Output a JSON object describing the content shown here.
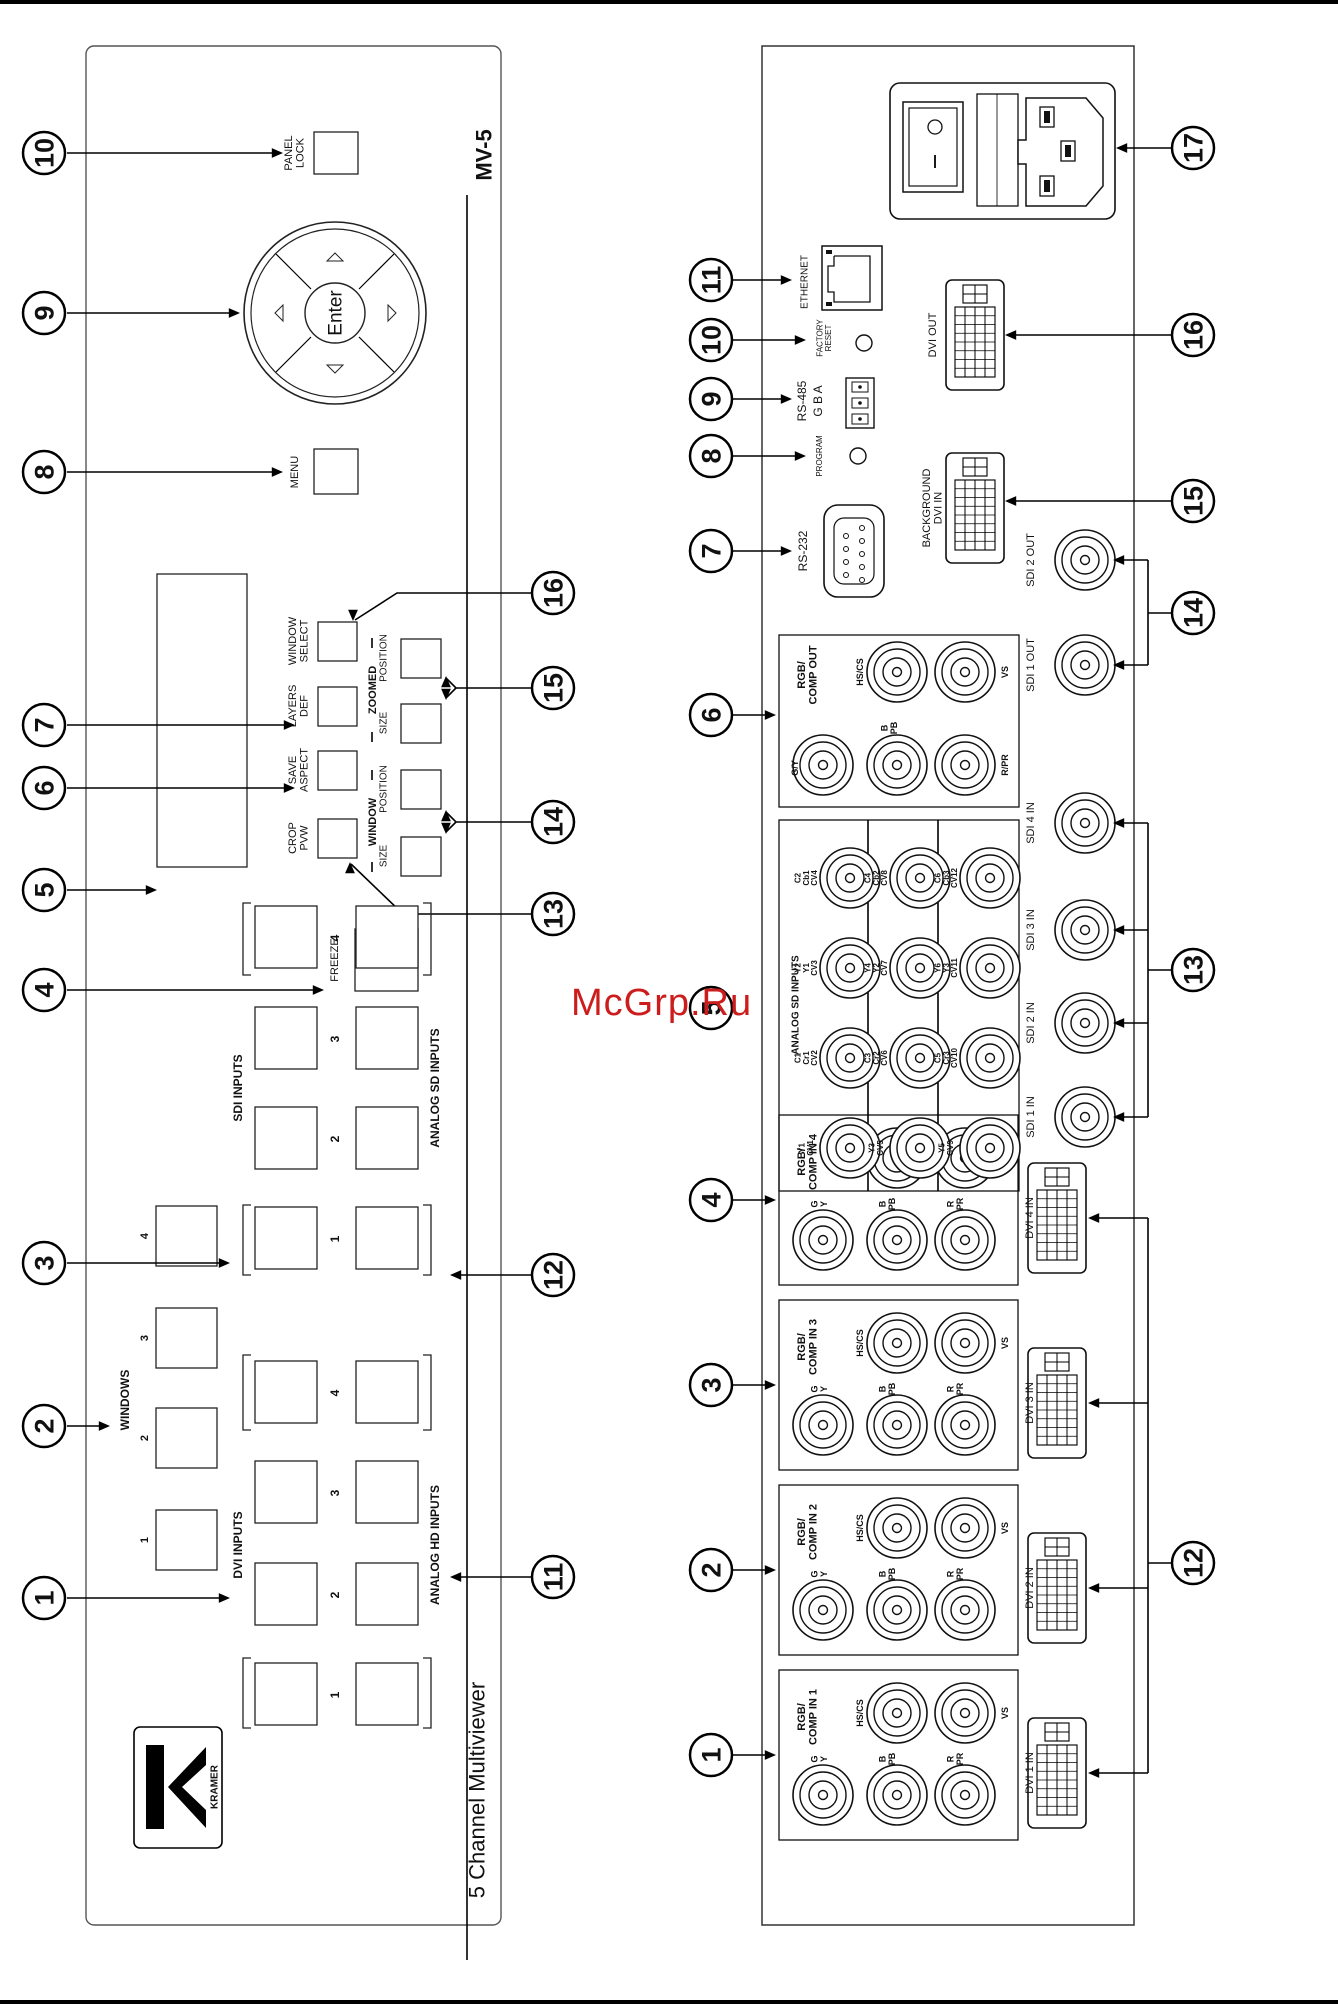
{
  "front_panel": {
    "model": "MV-5",
    "product_name": "5 Channel Multiviewer",
    "brand": "KRAMER",
    "labels": {
      "panel_lock": [
        "PANEL",
        "LOCK"
      ],
      "menu": "MENU",
      "enter": "Enter",
      "freeze": "FREEZE",
      "windows": "WINDOWS",
      "dvi_inputs": "DVI INPUTS",
      "sdi_inputs": "SDI INPUTS",
      "analog_hd_inputs": "ANALOG HD INPUTS",
      "analog_sd_inputs": "ANALOG SD INPUTS",
      "window_select": [
        "WINDOW",
        "SELECT"
      ],
      "layers_def": [
        "LAYERS",
        "DEF"
      ],
      "save_aspect": [
        "SAVE",
        "ASPECT"
      ],
      "crop_pvw": [
        "CROP",
        "PVW"
      ],
      "zoomed": "ZOOMED",
      "window": "WINDOW",
      "size": "SIZE",
      "position": "POSITION"
    },
    "window_numbers": [
      "1",
      "2",
      "3",
      "4"
    ],
    "input_numbers": [
      "1",
      "2",
      "3",
      "4"
    ],
    "callouts": {
      "panel_lock": "10",
      "joystick": "9",
      "menu": "8",
      "display": "5",
      "freeze": "4",
      "crop_pvw": "13",
      "save_aspect": "6",
      "layers_def": "7",
      "window_select": "16",
      "zoomed": "15",
      "window": "14",
      "sdi_inputs": "3",
      "analog_sd": "12",
      "windows": "2",
      "dvi_inputs": "1",
      "analog_hd": "11"
    }
  },
  "rear_panel": {
    "rgb_groups": [
      {
        "title": [
          "RGB/",
          "COMP IN 1"
        ],
        "dvi": "DVI 1 IN",
        "callout": "1"
      },
      {
        "title": [
          "RGB/",
          "COMP IN 2"
        ],
        "dvi": "DVI 2 IN",
        "callout": "2"
      },
      {
        "title": [
          "RGB/",
          "COMP IN 3"
        ],
        "dvi": "DVI 3 IN",
        "callout": "3"
      },
      {
        "title": [
          "RGB/",
          "COMP IN 4"
        ],
        "dvi": "DVI 4 IN",
        "callout": "4"
      }
    ],
    "connector_labels": {
      "g": "G",
      "y": "Y",
      "b": "B",
      "pb": "PB",
      "r": "R",
      "pr": "PR",
      "hscs": "HS/CS",
      "vs": "VS"
    },
    "sd_inputs": {
      "title": "ANALOG SD INPUTS",
      "callout": "5",
      "rows": [
        [
          [
            "Y1",
            "CV1"
          ],
          [
            "C1",
            "Cr1",
            "CV2"
          ],
          [
            "Y2",
            "Y1",
            "CV3"
          ],
          [
            "C2",
            "Cb1",
            "CV4"
          ]
        ],
        [
          [
            "Y3",
            "CV5"
          ],
          [
            "C3",
            "Cr2",
            "CV6"
          ],
          [
            "Y4",
            "Y2",
            "CV7"
          ],
          [
            "C4",
            "Cb2",
            "CV8"
          ]
        ],
        [
          [
            "Y5",
            "CV9"
          ],
          [
            "C5",
            "Cr3",
            "CV10"
          ],
          [
            "Y6",
            "Y3",
            "CV11"
          ],
          [
            "C6",
            "Cb3",
            "CV12"
          ]
        ]
      ]
    },
    "rgb_out": {
      "title": [
        "RGB/",
        "COMP OUT"
      ],
      "gy": "G/Y",
      "b": "B",
      "pb": "PB",
      "rpr": "R/PR",
      "hscs": "HS/CS",
      "vs": "VS",
      "callout": "6"
    },
    "sdi": {
      "in": [
        "SDI 1 IN",
        "SDI 2 IN",
        "SDI 3 IN",
        "SDI 4 IN"
      ],
      "out": [
        "SDI 1 OUT",
        "SDI 2 OUT"
      ],
      "in_callout": "13",
      "out_callout": "14"
    },
    "rs232": {
      "label": "RS-232",
      "callout": "7"
    },
    "program": {
      "label": "PROGRAM",
      "callout": "8"
    },
    "rs485": {
      "label": "RS-485",
      "pins": "G B A",
      "callout": "9"
    },
    "factory_reset": {
      "label": [
        "FACTORY",
        "RESET"
      ],
      "callout": "10"
    },
    "ethernet": {
      "label": "ETHERNET",
      "callout": "11"
    },
    "background_dvi": {
      "label": [
        "BACKGROUND",
        "DVI IN"
      ],
      "callout": "15"
    },
    "dvi_out": {
      "label": "DVI OUT",
      "callout": "16"
    },
    "power": {
      "callout": "17"
    },
    "dvi_callout": "12"
  },
  "watermark": "McGrp.Ru"
}
